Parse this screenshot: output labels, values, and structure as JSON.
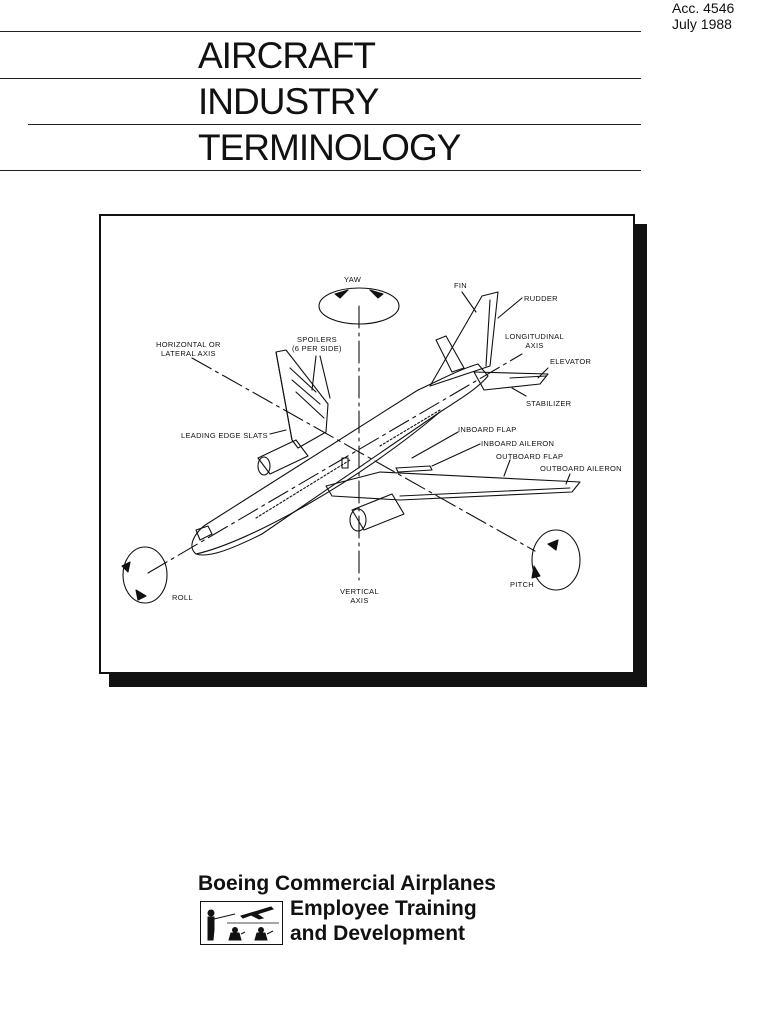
{
  "header": {
    "acc_number": "Acc. 4546",
    "date": "July 1988"
  },
  "title": {
    "line1": "AIRCRAFT",
    "line2": "INDUSTRY",
    "line3": "TERMINOLOGY"
  },
  "diagram": {
    "labels": {
      "yaw": "YAW",
      "fin": "FIN",
      "rudder": "RUDDER",
      "horizontal_axis_1": "HORIZONTAL OR",
      "horizontal_axis_2": "LATERAL AXIS",
      "spoilers_1": "SPOILERS",
      "spoilers_2": "(6 PER SIDE)",
      "longitudinal_1": "LONGITUDINAL",
      "longitudinal_2": "AXIS",
      "elevator": "ELEVATOR",
      "stabilizer": "STABILIZER",
      "leading_edge_slats": "LEADING EDGE SLATS",
      "inboard_flap": "INBOARD FLAP",
      "inboard_aileron": "INBOARD AILERON",
      "outboard_flap": "OUTBOARD FLAP",
      "outboard_aileron": "OUTBOARD AILERON",
      "roll": "ROLL",
      "vertical_1": "VERTICAL",
      "vertical_2": "AXIS",
      "pitch": "PITCH"
    }
  },
  "footer": {
    "company": "Boeing Commercial Airplanes",
    "line2": "Employee Training",
    "line3": "and Development"
  }
}
